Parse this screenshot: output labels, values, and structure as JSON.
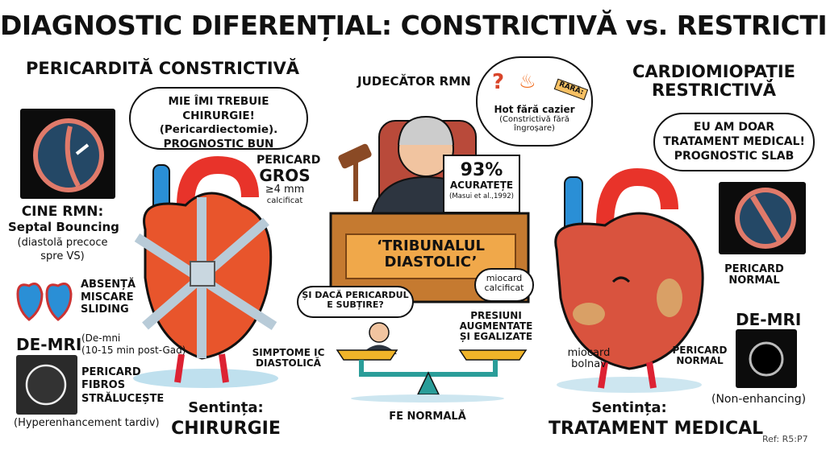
{
  "title": "DIAGNOSTIC DIFERENȚIAL: CONSTRICTIVĂ vs. RESTRICTIVĂ",
  "left": {
    "heading": "PERICARDITĂ CONSTRICTIVĂ",
    "speech": [
      "MIE ÎMI TREBUIE CHIRURGIE!",
      "(Pericardiectomie).",
      "PROGNOSTIC BUN"
    ],
    "cine": {
      "title": "CINE RMN:",
      "subtitle": "Septal Bouncing",
      "note1": "(diastolă precoce",
      "note2": "spre VS)"
    },
    "pericard": {
      "l1": "PERICARD",
      "l2": "GROS",
      "l3": "≥4 mm",
      "l4": "calcificat"
    },
    "sliding": [
      "ABSENȚĂ",
      "MISCARE",
      "SLIDING"
    ],
    "demri": {
      "title": "DE-MRI",
      "note1": "(De-mni",
      "note2": "(10-15 min post-Gad)",
      "desc": [
        "PERICARD",
        "FIBROS",
        "STRĂLUCEȘTE"
      ],
      "caption": "(Hyperenhancement tardiv)"
    },
    "symptoms": [
      "SIMPTOME IC",
      "DIASTOLICĂ"
    ],
    "verdict_label": "Sentința:",
    "verdict": "CHIRURGIE"
  },
  "center": {
    "judge_label": "JUDECĂTOR RMN",
    "sign": {
      "value": "93%",
      "label": "ACURATEȚE",
      "ref": "(Masui et al.,1992)"
    },
    "thought": {
      "tag": "RARĂ:",
      "l1": "Hot fără cazier",
      "l2": "(Constrictivă fără",
      "l3": "îngroșare)"
    },
    "banner": [
      "‘TRIBUNALUL",
      "DIASTOLIC’"
    ],
    "lawyer_speech": [
      "ȘI DACĂ PERICARDUL",
      "E SUBȚIRE?"
    ],
    "calc_bubble": [
      "miocard",
      "calcificat"
    ],
    "pressures": [
      "PRESIUNI",
      "AUGMENTATE",
      "ȘI EGALIZATE"
    ],
    "fe": "FE NORMALĂ"
  },
  "right": {
    "heading": [
      "CARDIOMIOPAȚIE",
      "RESTRICTIVĂ"
    ],
    "speech": [
      "EU AM DOAR",
      "TRATAMENT MEDICAL!",
      "PROGNOSTIC SLAB"
    ],
    "echo_label": [
      "PERICARD",
      "NORMAL"
    ],
    "demri_title": "DE-MRI",
    "demri_caption": "(Non-enhancing)",
    "pericard_label": [
      "PERICARD",
      "NORMAL"
    ],
    "myocard_label": [
      "miocard",
      "bolnav"
    ],
    "verdict_label": "Sentința:",
    "verdict": "TRATAMENT MEDICAL"
  },
  "ref": "Ref: R5:P7"
}
